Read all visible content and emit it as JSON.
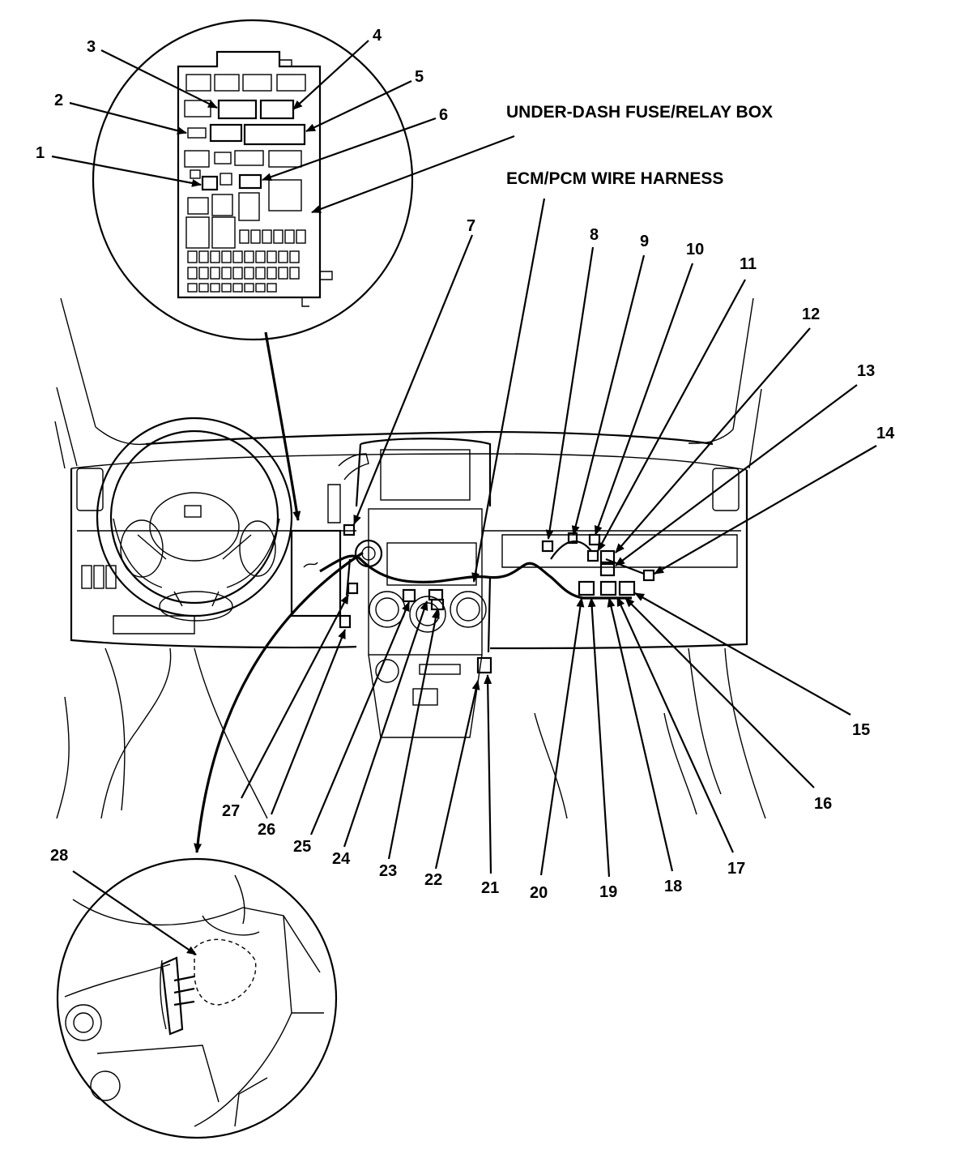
{
  "labels": {
    "fuse_box": "UNDER-DASH FUSE/RELAY BOX",
    "harness": "ECM/PCM WIRE HARNESS"
  },
  "callouts": [
    {
      "id": 1,
      "text": "1"
    },
    {
      "id": 2,
      "text": "2"
    },
    {
      "id": 3,
      "text": "3"
    },
    {
      "id": 4,
      "text": "4"
    },
    {
      "id": 5,
      "text": "5"
    },
    {
      "id": 6,
      "text": "6"
    },
    {
      "id": 7,
      "text": "7"
    },
    {
      "id": 8,
      "text": "8"
    },
    {
      "id": 9,
      "text": "9"
    },
    {
      "id": 10,
      "text": "10"
    },
    {
      "id": 11,
      "text": "11"
    },
    {
      "id": 12,
      "text": "12"
    },
    {
      "id": 13,
      "text": "13"
    },
    {
      "id": 14,
      "text": "14"
    },
    {
      "id": 15,
      "text": "15"
    },
    {
      "id": 16,
      "text": "16"
    },
    {
      "id": 17,
      "text": "17"
    },
    {
      "id": 18,
      "text": "18"
    },
    {
      "id": 19,
      "text": "19"
    },
    {
      "id": 20,
      "text": "20"
    },
    {
      "id": 21,
      "text": "21"
    },
    {
      "id": 22,
      "text": "22"
    },
    {
      "id": 23,
      "text": "23"
    },
    {
      "id": 24,
      "text": "24"
    },
    {
      "id": 25,
      "text": "25"
    },
    {
      "id": 26,
      "text": "26"
    },
    {
      "id": 27,
      "text": "27"
    },
    {
      "id": 28,
      "text": "28"
    }
  ]
}
